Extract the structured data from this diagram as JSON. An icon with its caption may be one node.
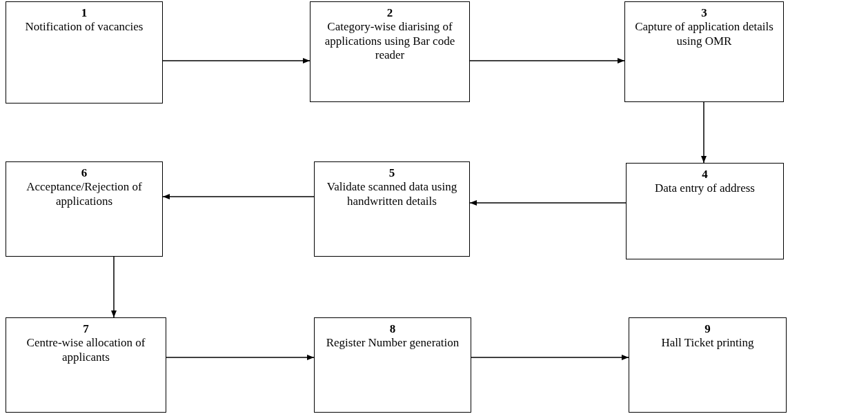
{
  "diagram": {
    "nodes": [
      {
        "text": [
          "1",
          "Notification of vacancies"
        ]
      },
      {
        "text": [
          "2",
          "Category-wise diarising of applications using Bar code reader"
        ]
      },
      {
        "text": [
          "3",
          "Capture of application details using OMR"
        ]
      },
      {
        "text": [
          "4",
          "Data entry of address"
        ]
      },
      {
        "text": [
          "5",
          "Validate scanned data using handwritten details"
        ]
      },
      {
        "text": [
          "6",
          "Acceptance/Rejection of applications"
        ]
      },
      {
        "text": [
          "7",
          "Centre-wise allocation of applicants"
        ]
      },
      {
        "text": [
          "8",
          "Register Number generation"
        ]
      },
      {
        "text": [
          "9",
          "Hall Ticket printing"
        ]
      }
    ],
    "edges": [
      {
        "from": 0,
        "to": 1,
        "arrow": "to"
      },
      {
        "from": 1,
        "to": 2,
        "arrow": "to"
      },
      {
        "from": 2,
        "to": 3,
        "arrow": "to"
      },
      {
        "from": 3,
        "to": 4,
        "arrow": "to"
      },
      {
        "from": 4,
        "to": 5,
        "arrow": "to"
      },
      {
        "from": 5,
        "to": 6,
        "arrow": "to"
      },
      {
        "from": 6,
        "to": 7,
        "arrow": "to"
      },
      {
        "from": 7,
        "to": 8,
        "arrow": "to"
      }
    ]
  }
}
